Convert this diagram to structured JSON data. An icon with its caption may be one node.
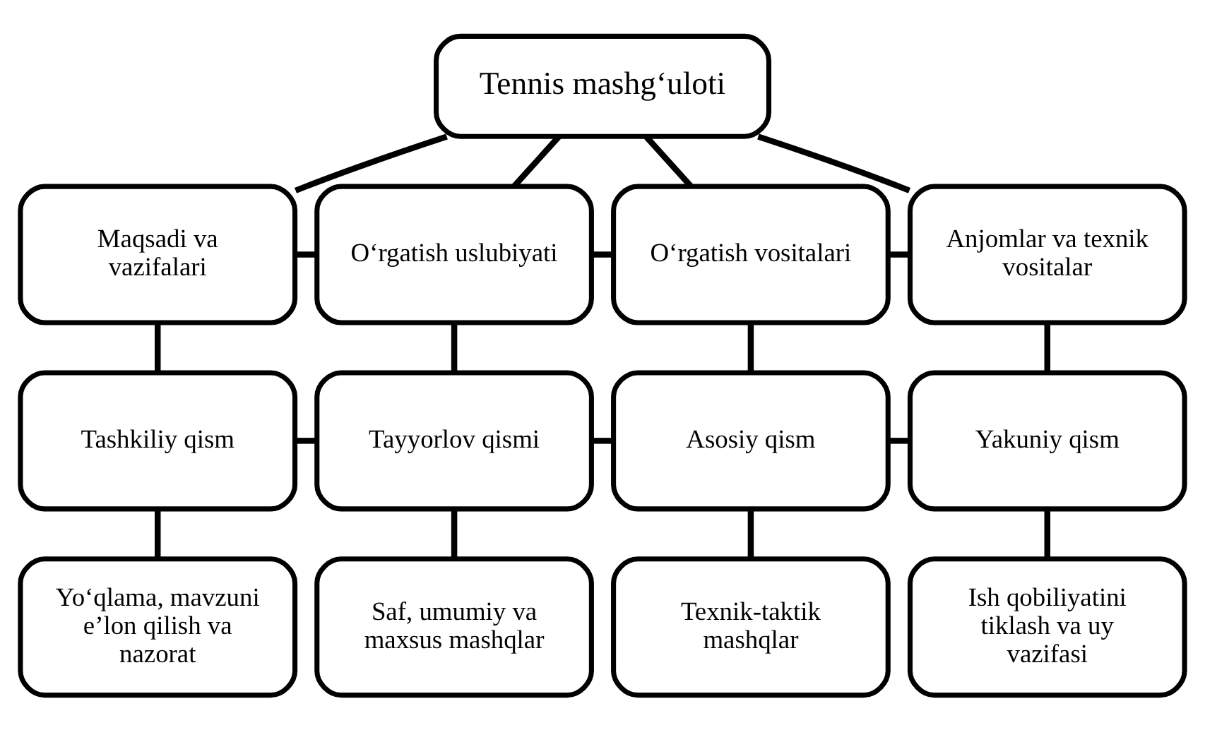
{
  "diagram": {
    "nodes": [
      {
        "text": [
          "Tennis mashg‘uloti"
        ]
      },
      {
        "text": [
          "Maqsadi va vazifalari"
        ]
      },
      {
        "text": [
          "O‘rgatish uslubiyati"
        ]
      },
      {
        "text": [
          "O‘rgatish vositalari"
        ]
      },
      {
        "text": [
          "Anjomlar va texnik vositalar"
        ]
      },
      {
        "text": [
          "Tashkiliy qism"
        ]
      },
      {
        "text": [
          "Tayyorlov qismi"
        ]
      },
      {
        "text": [
          "Asosiy qism"
        ]
      },
      {
        "text": [
          "Yakuniy qism"
        ]
      },
      {
        "text": [
          "Yo‘qlama, mavzuni e’lon qilish va nazorat"
        ]
      },
      {
        "text": [
          "Saf, umumiy va maxsus mashqlar"
        ]
      },
      {
        "text": [
          "Texnik-taktik mashqlar"
        ]
      },
      {
        "text": [
          "Ish qobiliyatini tiklash va uy vazifasi"
        ]
      }
    ],
    "edges": [
      {
        "from": 0,
        "to": 1,
        "arrow": "none"
      },
      {
        "from": 0,
        "to": 2,
        "arrow": "none"
      },
      {
        "from": 0,
        "to": 3,
        "arrow": "none"
      },
      {
        "from": 0,
        "to": 4,
        "arrow": "none"
      },
      {
        "from": 1,
        "to": 2,
        "arrow": "none"
      },
      {
        "from": 2,
        "to": 3,
        "arrow": "none"
      },
      {
        "from": 3,
        "to": 4,
        "arrow": "none"
      },
      {
        "from": 1,
        "to": 5,
        "arrow": "none"
      },
      {
        "from": 2,
        "to": 6,
        "arrow": "none"
      },
      {
        "from": 3,
        "to": 7,
        "arrow": "none"
      },
      {
        "from": 4,
        "to": 8,
        "arrow": "none"
      },
      {
        "from": 5,
        "to": 6,
        "arrow": "none"
      },
      {
        "from": 6,
        "to": 7,
        "arrow": "none"
      },
      {
        "from": 7,
        "to": 8,
        "arrow": "none"
      },
      {
        "from": 5,
        "to": 9,
        "arrow": "none"
      },
      {
        "from": 6,
        "to": 10,
        "arrow": "none"
      },
      {
        "from": 7,
        "to": 11,
        "arrow": "none"
      },
      {
        "from": 8,
        "to": 12,
        "arrow": "none"
      }
    ]
  }
}
